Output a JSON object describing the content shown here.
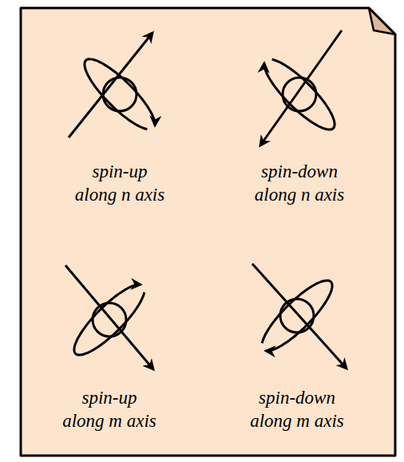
{
  "diagram": {
    "labels": [
      "spin-up along n axis",
      "spin-down along n axis",
      "spin-up along m axis",
      "spin-down along m axis"
    ]
  }
}
